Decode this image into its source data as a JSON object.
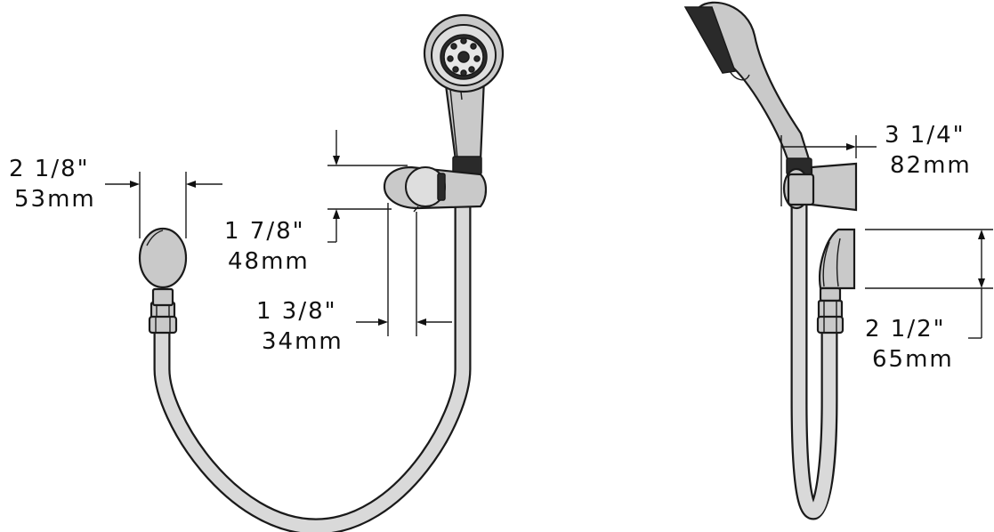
{
  "dimensions": [
    {
      "id": "width-right-view",
      "inches": "3 1/4\"",
      "metric": "82mm"
    },
    {
      "id": "connector-width",
      "inches": "2 1/8\"",
      "metric": "53mm"
    },
    {
      "id": "bracket-height",
      "inches": "1 7/8\"",
      "metric": "48mm"
    },
    {
      "id": "bracket-depth",
      "inches": "1 3/8\"",
      "metric": "34mm"
    },
    {
      "id": "mount-height",
      "inches": "2 1/2\"",
      "metric": "65mm"
    }
  ]
}
